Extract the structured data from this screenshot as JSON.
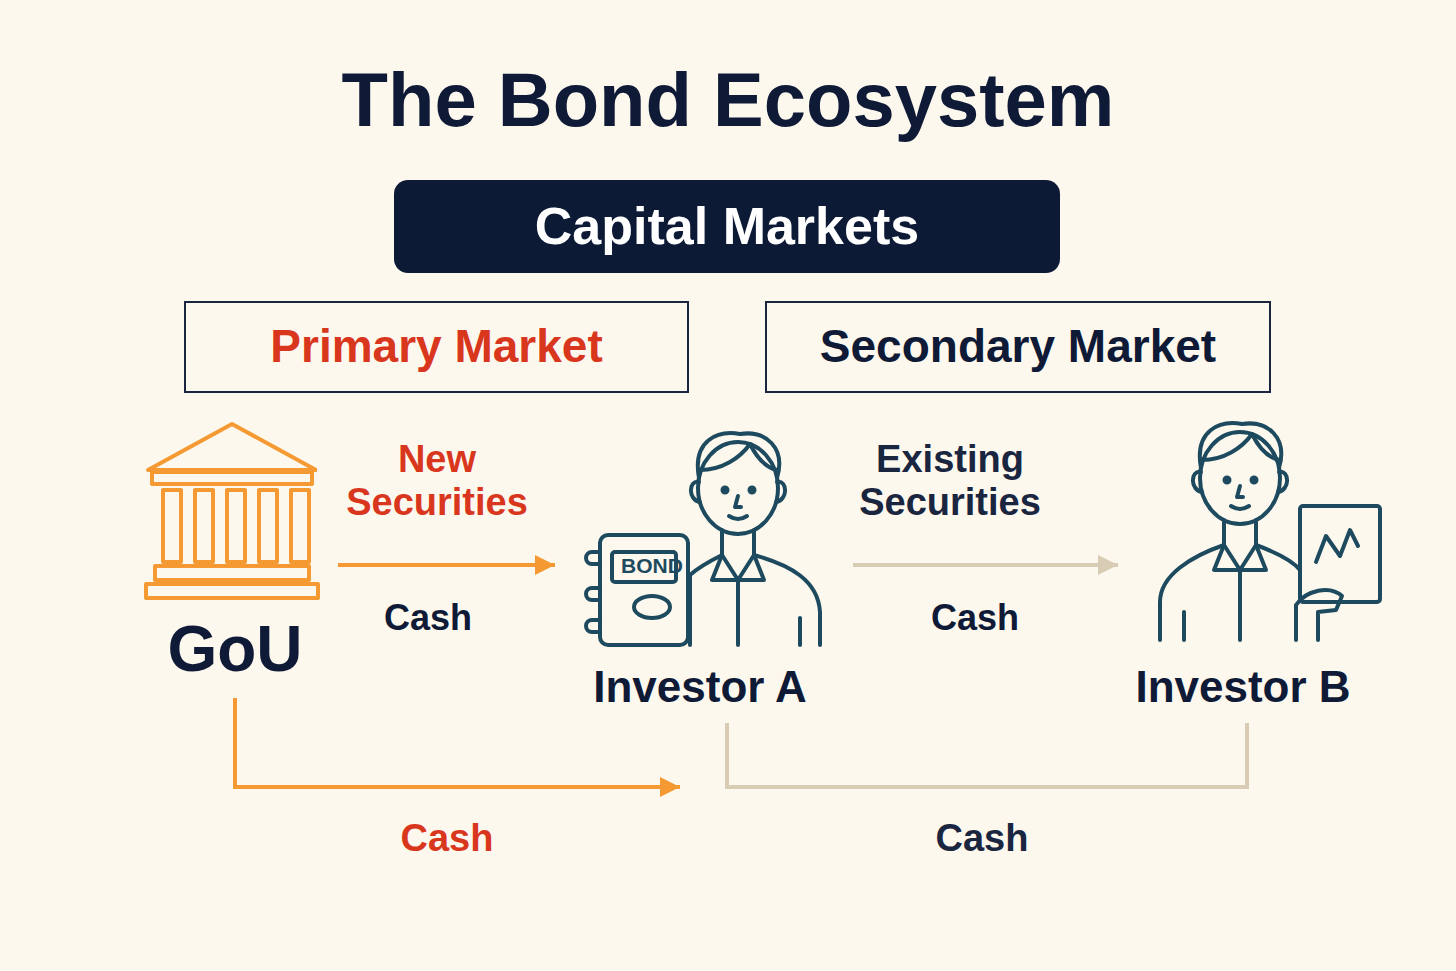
{
  "diagram": {
    "title": "The Bond Ecosystem",
    "nodes": [
      {
        "text": [
          "Capital Markets"
        ]
      },
      {
        "text": [
          "Primary Market"
        ]
      },
      {
        "text": [
          "Secondary Market"
        ]
      },
      {
        "text": [
          "GoU"
        ]
      },
      {
        "text": [
          "Investor A"
        ]
      },
      {
        "text": [
          "Investor B"
        ]
      }
    ],
    "edges": [
      {
        "from": 3,
        "to": 4,
        "arrow": "to",
        "label": "New Securities"
      },
      {
        "from": 4,
        "to": 5,
        "arrow": "to",
        "label": "Existing Securities"
      },
      {
        "from": 3,
        "to": 4,
        "arrow": "to",
        "label": "Cash"
      },
      {
        "from": 4,
        "to": 5,
        "arrow": "none",
        "label": "Cash"
      }
    ],
    "labels": [
      "Cash",
      "Cash",
      "BOND"
    ]
  }
}
